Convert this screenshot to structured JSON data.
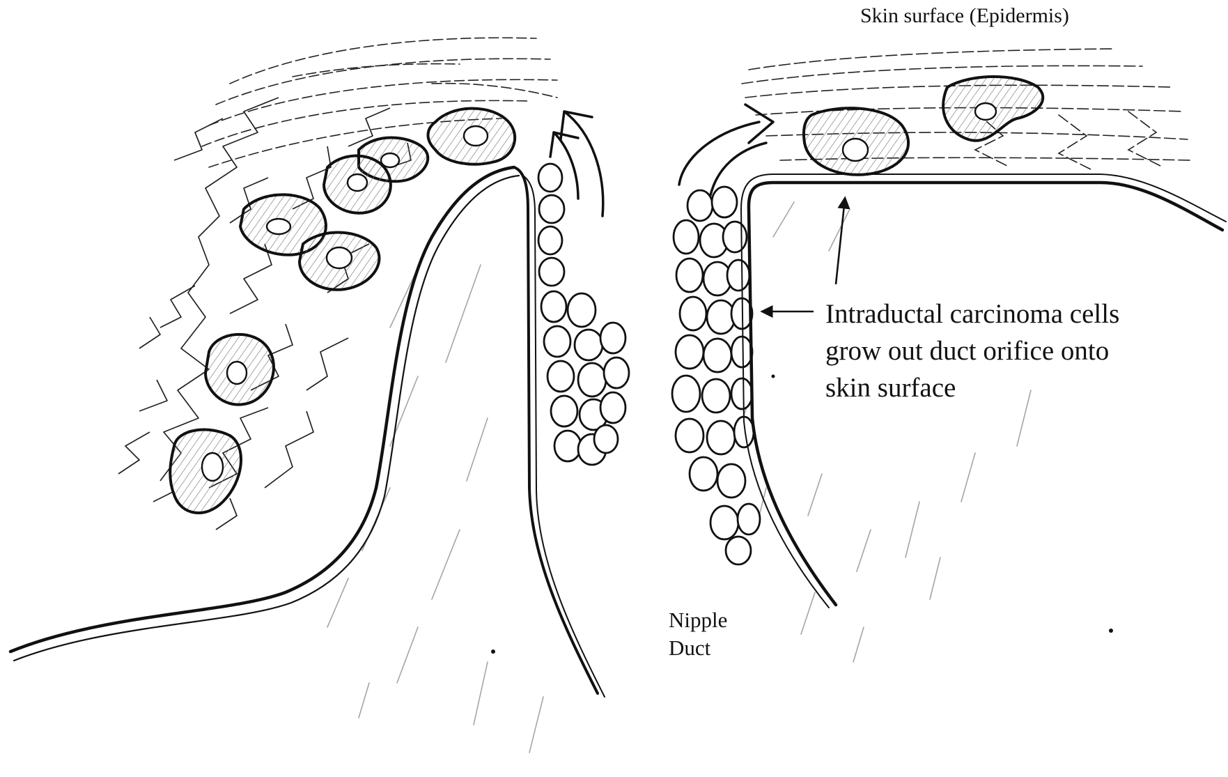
{
  "labels": {
    "skin_surface": "Skin surface (Epidermis)",
    "carcinoma_cells": "Intraductal carcinoma cells\ngrow out duct orifice onto\nskin surface",
    "nipple_duct": "Nipple\nDuct"
  },
  "colors": {
    "ink": "#111111",
    "hatch": "#8a8a8a",
    "background": "#ffffff"
  }
}
